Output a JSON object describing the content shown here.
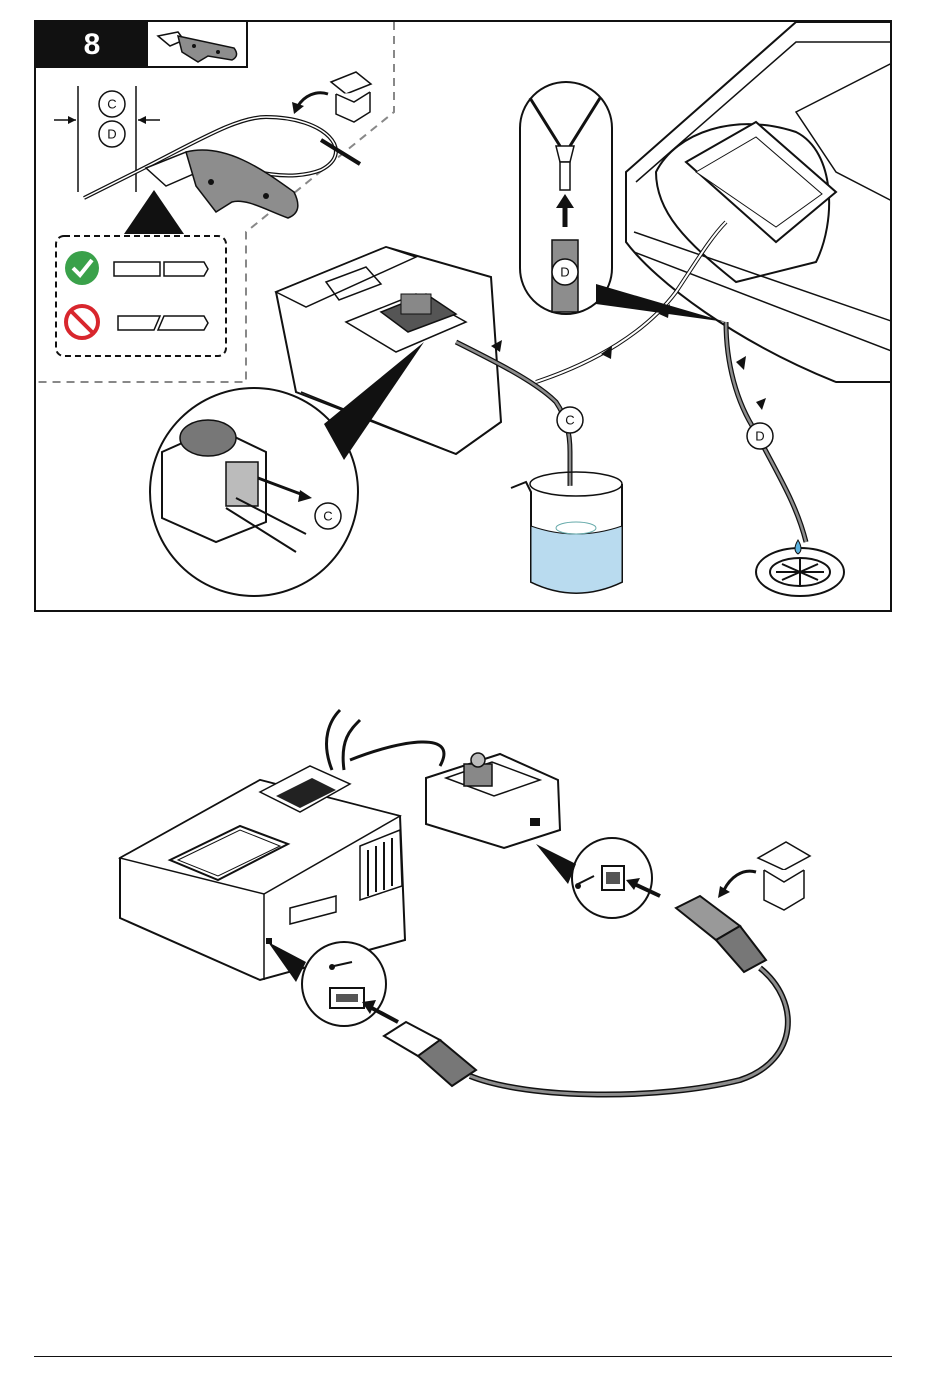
{
  "step": {
    "number": "8"
  },
  "labels": {
    "tube_c": "C",
    "tube_d": "D"
  },
  "colors": {
    "ok": "#3aa14a",
    "no": "#d8262d",
    "water": "#b9dbef",
    "line": "#111111"
  },
  "icons": [
    "utility-knife-icon",
    "box-icon",
    "check-icon",
    "prohibited-icon",
    "arrow-icon",
    "drain-icon",
    "beaker-icon",
    "usb-icon"
  ]
}
